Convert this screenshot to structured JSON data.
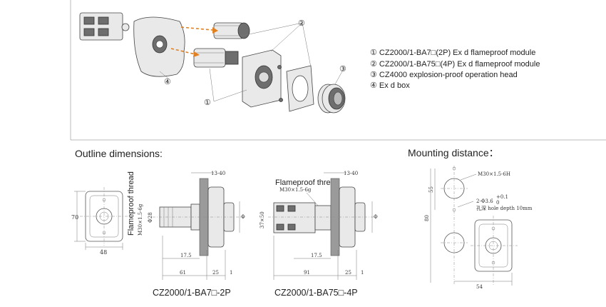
{
  "legend": {
    "items": [
      "① CZ2000/1-BA7□(2P) Ex d flameproof module",
      "② CZ2000/1-BA75□(4P) Ex d flameproof module",
      "③ CZ4000 explosion-proof operation head",
      "④ Ex d box"
    ]
  },
  "callouts": {
    "c1": "①",
    "c2": "②",
    "c3": "③",
    "c4": "④"
  },
  "sections": {
    "outline": "Outline dimensions:",
    "mounting": "Mounting distance："
  },
  "view_2p": {
    "caption": "CZ2000/1-BA7□-2P",
    "height": "70",
    "width": "48",
    "thread_label": "Flameproof thread",
    "thread_spec": "M30×1.5-6g",
    "dia": "Φ28",
    "panel": "13-40",
    "d1": "17.5",
    "d2": "61",
    "d3": "25",
    "d4": "1",
    "phi": "Φ"
  },
  "view_4p": {
    "caption": "CZ2000/1-BA75□-4P",
    "thread_label": "Flameproof thread",
    "thread_spec": "M30×1.5-6g",
    "size": "37×50",
    "panel": "13-40",
    "d1": "17.5",
    "d2": "91",
    "d3": "25",
    "d4": "1",
    "phi": "Φ"
  },
  "mount": {
    "thread": "M30×1.5-6H",
    "holes": "2-Φ3.6",
    "tol_plus": "+0.1",
    "tol_zero": "0",
    "depth": "孔深 hole depth 10mm",
    "h55": "55",
    "h80": "80",
    "w54": "54"
  }
}
